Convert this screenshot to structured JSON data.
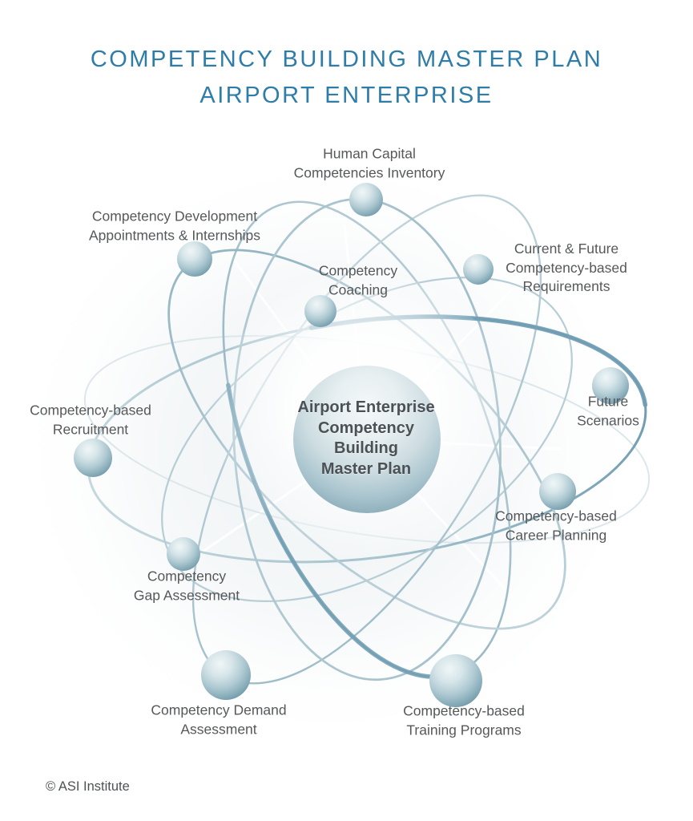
{
  "title": {
    "line1": "COMPETENCY BUILDING MASTER PLAN",
    "line2": "AIRPORT ENTERPRISE"
  },
  "center_node": {
    "label": "Airport Enterprise\nCompetency\nBuilding\nMaster Plan"
  },
  "nodes": [
    {
      "id": "human-capital-competencies-inventory",
      "label": "Human Capital\nCompetencies Inventory"
    },
    {
      "id": "competency-development-appointments-internships",
      "label": "Competency Development\nAppointments & Internships"
    },
    {
      "id": "competency-coaching",
      "label": "Competency\nCoaching"
    },
    {
      "id": "current-future-competency-based-requirements",
      "label": "Current & Future\nCompetency-based\nRequirements"
    },
    {
      "id": "future-scenarios",
      "label": "Future Scenarios"
    },
    {
      "id": "competency-based-recruitment",
      "label": "Competency-based\nRecruitment"
    },
    {
      "id": "competency-based-career-planning",
      "label": "Competency-based\nCareer Planning"
    },
    {
      "id": "competency-gap-assessment",
      "label": "Competency\nGap Assessment"
    },
    {
      "id": "competency-demand-assessment",
      "label": "Competency Demand\nAssessment"
    },
    {
      "id": "competency-based-training-programs",
      "label": "Competency-based\nTraining Programs"
    }
  ],
  "footer": {
    "copyright": "© ASI Institute"
  },
  "colors": {
    "title_text": "#2e7ca8",
    "label_text": "#56585a",
    "center_text": "#4c5156",
    "orbit_light": "#c6d8de",
    "orbit_mid": "#9dbcc8",
    "orbit_accent": "#6f9cb2",
    "sphere_highlight": "#f0f6f7",
    "sphere_shadow": "#6e96a5",
    "background": "#ffffff"
  }
}
